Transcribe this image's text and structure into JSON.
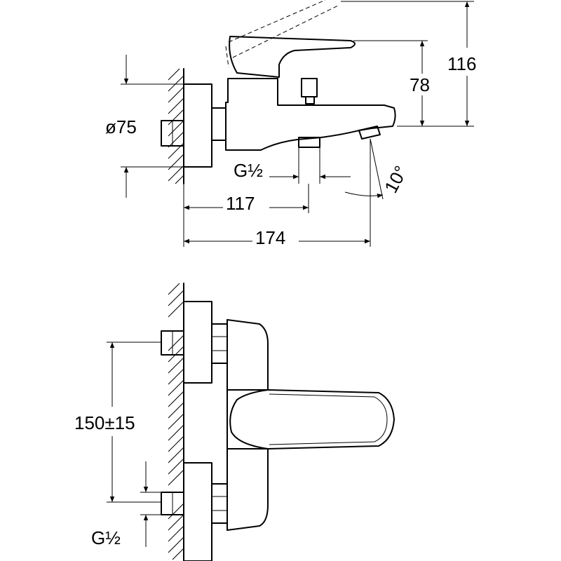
{
  "side_view": {
    "diameter_label": "ø75",
    "thread_label": "G½",
    "dim_117": "117",
    "dim_174": "174",
    "dim_78": "78",
    "dim_116": "116",
    "angle_label": "10°"
  },
  "top_view": {
    "spacing_label": "150±15",
    "thread_label": "G½"
  }
}
